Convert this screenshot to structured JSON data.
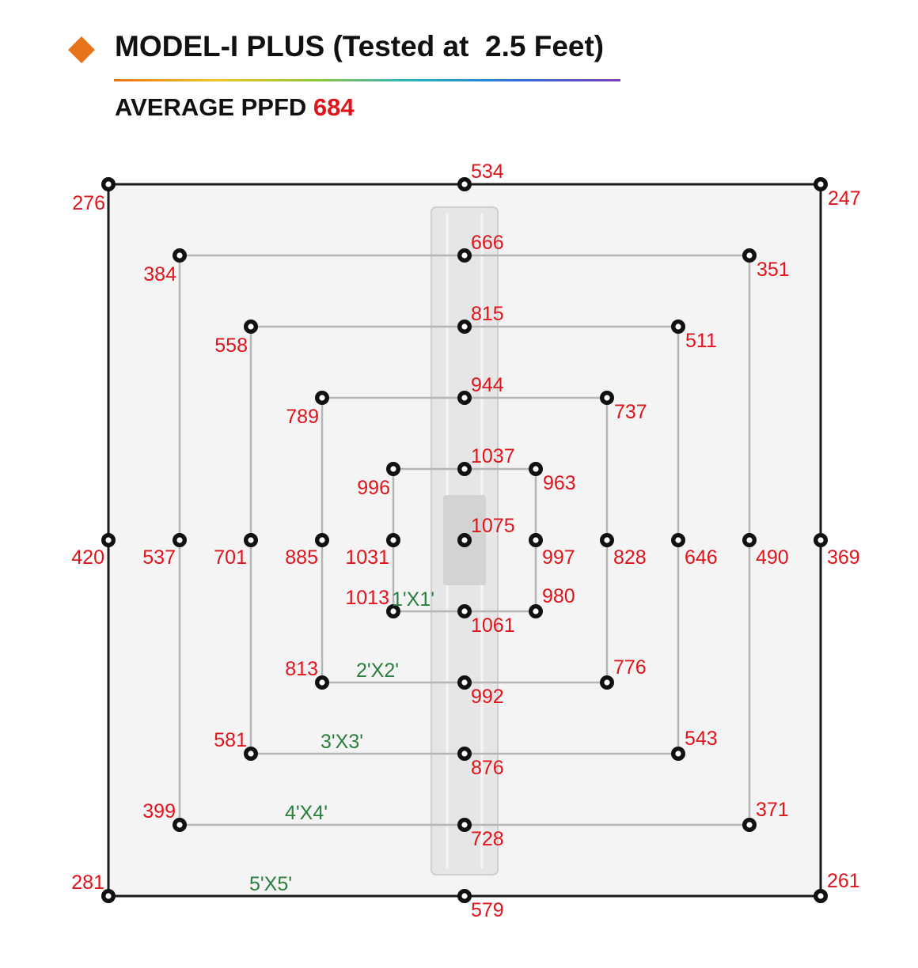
{
  "header": {
    "title": "MODEL-I PLUS (Tested at  2.5 Feet)",
    "subtitle_label": "AVERAGE PPFD",
    "subtitle_value": "684"
  },
  "colors": {
    "accent_orange": "#e8731a",
    "value_red": "#e0141b",
    "size_label_green": "#2a7f3e",
    "frame_dark": "#1a1a1a",
    "grid_gray": "#b5b5b5",
    "panel_bg": "#f4f4f4"
  },
  "icons": {
    "bullet": "diamond-icon"
  },
  "squares": [
    {
      "label": "1'X1'",
      "readings": {
        "top_left": "996",
        "top_mid": "1037",
        "top_right": "963",
        "mid_left": "1031",
        "mid_right": "997",
        "bottom_left": "1013",
        "bottom_mid": "1061",
        "bottom_right": "980"
      }
    },
    {
      "label": "2'X2'",
      "readings": {
        "top_left": "789",
        "top_mid": "944",
        "top_right": "737",
        "mid_left": "885",
        "mid_right": "828",
        "bottom_left": "813",
        "bottom_mid": "992",
        "bottom_right": "776"
      }
    },
    {
      "label": "3'X3'",
      "readings": {
        "top_left": "558",
        "top_mid": "815",
        "top_right": "511",
        "mid_left": "701",
        "mid_right": "646",
        "bottom_left": "581",
        "bottom_mid": "876",
        "bottom_right": "543"
      }
    },
    {
      "label": "4'X4'",
      "readings": {
        "top_left": "384",
        "top_mid": "666",
        "top_right": "351",
        "mid_left": "537",
        "mid_right": "490",
        "bottom_left": "399",
        "bottom_mid": "728",
        "bottom_right": "371"
      }
    },
    {
      "label": "5'X5'",
      "readings": {
        "top_left": "276",
        "top_mid": "534",
        "top_right": "247",
        "mid_left": "420",
        "mid_right": "369",
        "bottom_left": "281",
        "bottom_mid": "579",
        "bottom_right": "261"
      }
    }
  ],
  "center_reading": "1075"
}
